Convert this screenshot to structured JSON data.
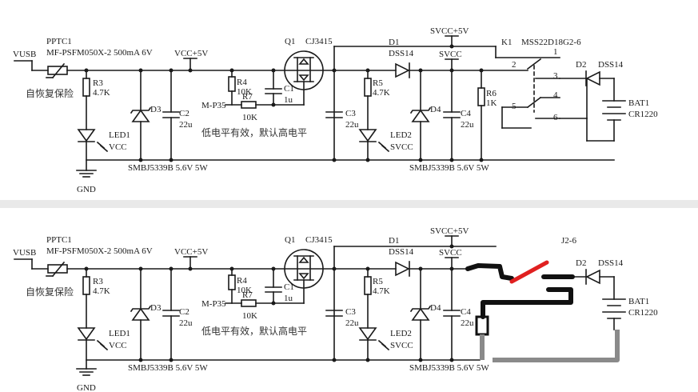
{
  "top": {
    "vusb": "VUSB",
    "pptc_ref": "PPTC1",
    "pptc_val": "MF-PSFM050X-2 500mA 6V",
    "fuse_note": "自恢复保险",
    "vcc": "VCC+5V",
    "q1_ref": "Q1",
    "q1_val": "CJ3415",
    "d1_ref": "D1",
    "d1_val": "DSS14",
    "svcc_top": "SVCC+5V",
    "svcc": "SVCC",
    "k1_ref": "K1",
    "k1_val": "MSS22D18G2-6",
    "pin1": "1",
    "pin2": "2",
    "pin3": "3",
    "pin4": "4",
    "pin5": "5",
    "pin6": "6",
    "d2_ref": "D2",
    "d2_val": "DSS14",
    "bat_ref": "BAT1",
    "bat_val": "CR1220",
    "r3_ref": "R3",
    "r3_val": "4.7K",
    "led1_ref": "LED1",
    "led1_net": "VCC",
    "d3_ref": "D3",
    "c2_ref": "C2",
    "c2_val": "22u",
    "zener_left": "SMBJ5339B 5.6V 5W",
    "r4_ref": "R4",
    "r4_val": "10K",
    "mp35": "M-P35",
    "r7_ref": "R7",
    "r7_val": "10K",
    "c1_ref": "C1",
    "c1_val": "1u",
    "low_active_note": "低电平有效，默认高电平",
    "c3_ref": "C3",
    "c3_val": "22u",
    "r5_ref": "R5",
    "r5_val": "4.7K",
    "led2_ref": "LED2",
    "led2_net": "SVCC",
    "d4_ref": "D4",
    "c4_ref": "C4",
    "c4_val": "22u",
    "zener_right": "SMBJ5339B 5.6V 5W",
    "r6_ref": "R6",
    "r6_val": "1K",
    "gnd": "GND"
  },
  "bottom": {
    "vusb": "VUSB",
    "pptc_ref": "PPTC1",
    "pptc_val": "MF-PSFM050X-2 500mA 6V",
    "fuse_note": "自恢复保险",
    "vcc": "VCC+5V",
    "q1_ref": "Q1",
    "q1_val": "CJ3415",
    "d1_ref": "D1",
    "d1_val": "DSS14",
    "svcc_top": "SVCC+5V",
    "svcc": "SVCC",
    "k1_fragment": "J2-6",
    "d2_ref": "D2",
    "d2_val": "DSS14",
    "bat_ref": "BAT1",
    "bat_val": "CR1220",
    "r3_ref": "R3",
    "r3_val": "4.7K",
    "led1_ref": "LED1",
    "led1_net": "VCC",
    "d3_ref": "D3",
    "c2_ref": "C2",
    "c2_val": "22u",
    "zener_left": "SMBJ5339B 5.6V 5W",
    "r4_ref": "R4",
    "r4_val": "10K",
    "mp35": "M-P35",
    "r7_ref": "R7",
    "r7_val": "10K",
    "c1_ref": "C1",
    "c1_val": "1u",
    "low_active_note": "低电平有效，默认高电平",
    "c3_ref": "C3",
    "c3_val": "22u",
    "r5_ref": "R5",
    "r5_val": "4.7K",
    "led2_ref": "LED2",
    "led2_net": "SVCC",
    "d4_ref": "D4",
    "c4_ref": "C4",
    "c4_val": "22u",
    "zener_right": "SMBJ5339B 5.6V 5W",
    "gnd": "GND"
  },
  "colors": {
    "wire": "#1a1a1a",
    "annotation_black": "#111111",
    "annotation_red": "#e02020",
    "annotation_gray": "#8a8a8a",
    "separator": "#e9e9e9"
  }
}
